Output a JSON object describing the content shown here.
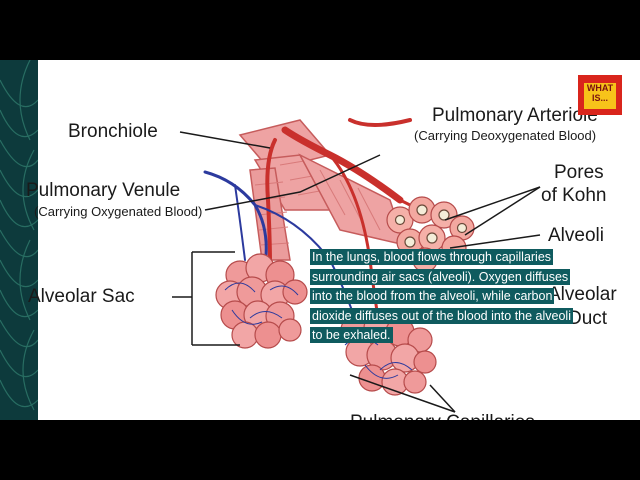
{
  "labels": {
    "bronchiole": "Bronchiole",
    "pulmonary_artery": "Pulmonary Arteriole",
    "pulmonary_artery_sub": "(Carrying Deoxygenated Blood)",
    "pulmonary_venule": "Pulmonary Venule",
    "pulmonary_venule_sub": "(Carrying Oxygenated Blood)",
    "pores_line1": "Pores",
    "pores_line2": "of Kohn",
    "alveoli": "Alveoli",
    "alveolar_sac": "Alveolar Sac",
    "alveolar_duct_line1": "Alveolar",
    "alveolar_duct_line2": "Duct",
    "capillaries": "Pulmonary Capillaries"
  },
  "caption": "In the lungs, blood flows through capillaries surrounding air sacs (alveoli). Oxygen diffuses into the blood from the alveoli, while carbon dioxide diffuses out of the blood into the alveoli to be exhaled.",
  "logo": {
    "line1": "WHAT",
    "line2": "IS...",
    "background": "#d9251c",
    "accent": "#f7c31a"
  },
  "colors": {
    "caption_bg": "#0f5b5f",
    "deco_panel": "#0d3a3c",
    "artery": "#c9302c",
    "vein": "#2c3a9e",
    "tissue": "#e98585"
  }
}
